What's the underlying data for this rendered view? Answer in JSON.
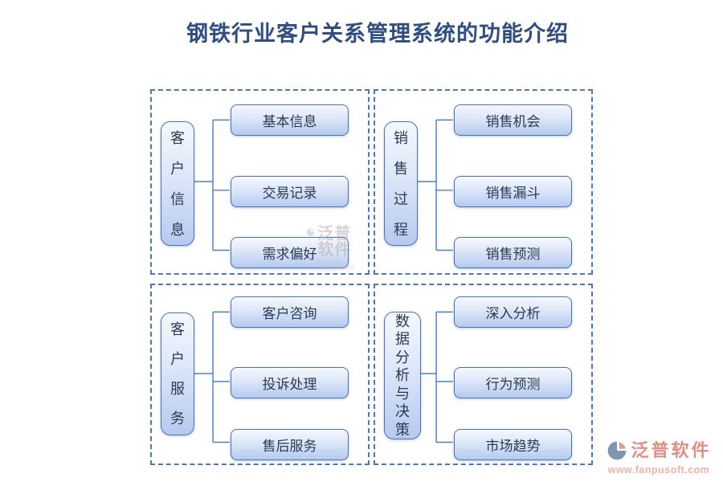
{
  "title": "钢铁行业客户关系管理系统的功能介绍",
  "colors": {
    "title_text": "#2f4d7e",
    "dashed_border": "#4a77c0",
    "node_border": "#4a72b8",
    "node_fill_top": "#f5f8fe",
    "node_fill_bottom": "#b6c9ef",
    "node_text": "#2c3a52",
    "connector": "#4f81bd",
    "logo_text": "#e08f87",
    "logo_url": "#efb2a9"
  },
  "quadrants": [
    {
      "label": "客户信息",
      "items": [
        "基本信息",
        "交易记录",
        "需求偏好"
      ]
    },
    {
      "label": "销售过程",
      "items": [
        "销售机会",
        "销售漏斗",
        "销售预测"
      ]
    },
    {
      "label": "客户服务",
      "items": [
        "客户咨询",
        "投诉处理",
        "售后服务"
      ]
    },
    {
      "label": "数据分析与决策",
      "items": [
        "深入分析",
        "行为预测",
        "市场趋势"
      ]
    }
  ],
  "watermark": {
    "name": "泛普软件",
    "sub": "FANPU SOFTWARE"
  },
  "logo": {
    "name": "泛普软件",
    "url": "www.fanpusoft.com"
  }
}
